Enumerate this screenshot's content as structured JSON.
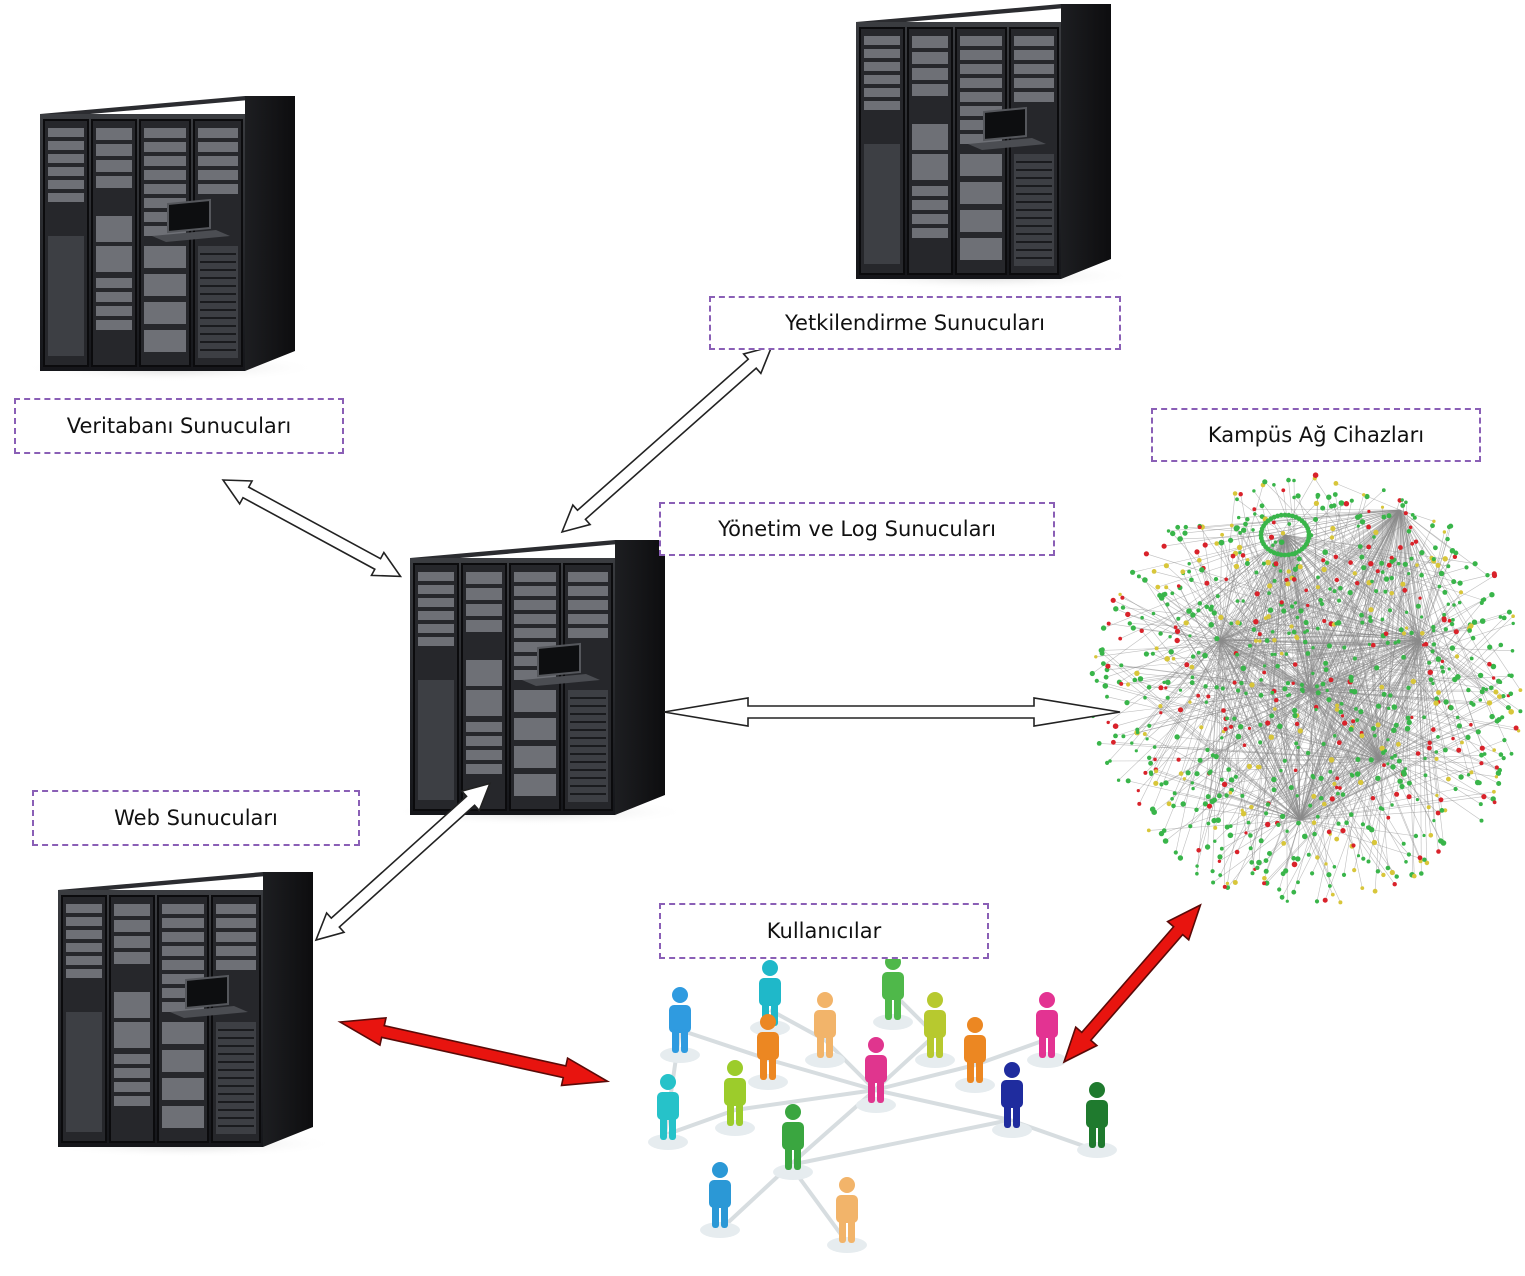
{
  "labels": {
    "veritabani": "Veritabanı Sunucuları",
    "yetkilendirme": "Yetkilendirme Sunucuları",
    "yonetim": "Yönetim ve Log Sunucuları",
    "kampus": "Kampüs Ağ Cihazları",
    "web": "Web Sunucuları",
    "kullanicilar": "Kullanıcılar"
  },
  "icons": {
    "server_rack": "server-rack-icon",
    "network_graph": "network-graph-icon",
    "users": "users-network-icon"
  },
  "colors": {
    "label_border": "#8a5fb6",
    "arrow_outline": "#222222",
    "arrow_hollow_fill": "#ffffff",
    "arrow_red_fill": "#e8140f",
    "rack_body": "#1e1f22",
    "node_green": "#39b54a",
    "node_red": "#d9222a",
    "node_yellow": "#d8c63a"
  }
}
